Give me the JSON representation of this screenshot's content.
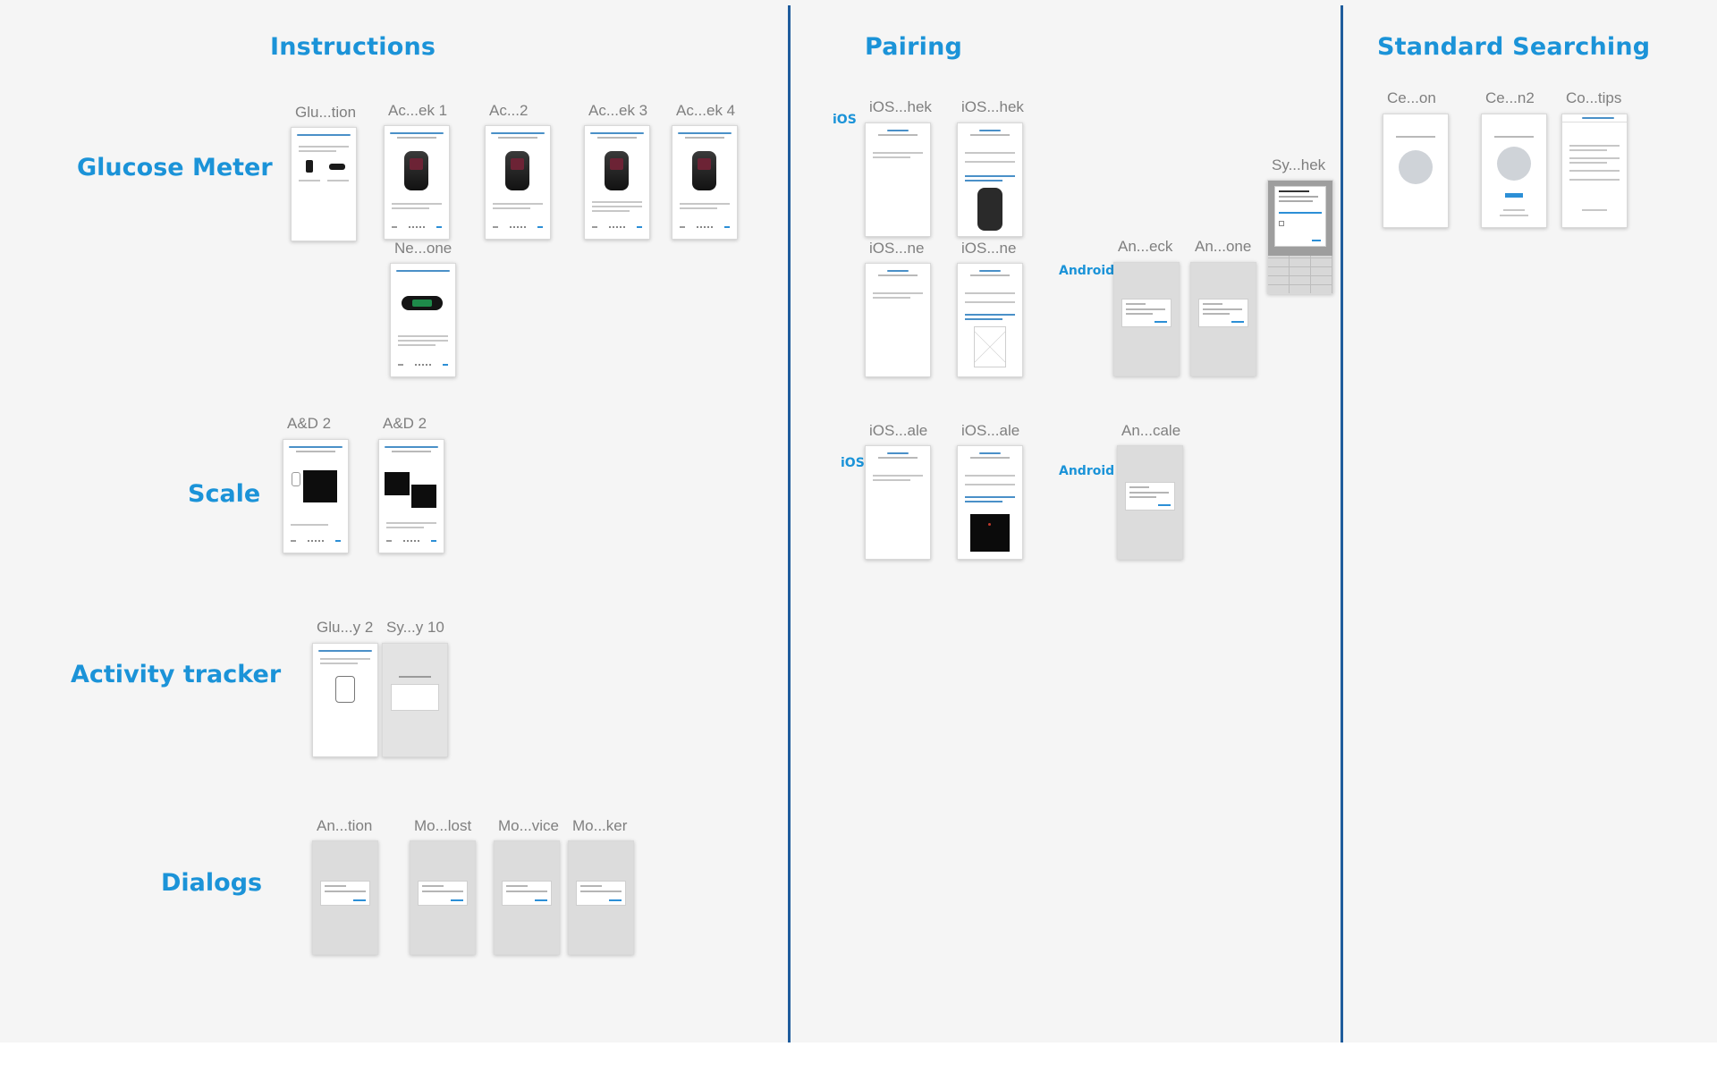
{
  "sections": {
    "instructions": "Instructions",
    "pairing": "Pairing",
    "standard_searching": "Standard Searching"
  },
  "rows": {
    "glucose_meter": "Glucose Meter",
    "scale": "Scale",
    "activity_tracker": "Activity tracker",
    "dialogs": "Dialogs"
  },
  "platforms": {
    "ios_1": "iOS",
    "android_1": "Android",
    "ios_2": "iOS",
    "android_2": "Android"
  },
  "screens": {
    "glu_tion": "Glu...tion",
    "ac_ek_1": "Ac...ek 1",
    "ac_2": "Ac...2",
    "ac_ek_3": "Ac...ek 3",
    "ac_ek_4": "Ac...ek 4",
    "ne_one": "Ne...one",
    "ad_2_a": "A&D 2",
    "ad_2_b": "A&D 2",
    "glu_y_2": "Glu...y 2",
    "sy_y_10": "Sy...y 10",
    "an_tion": "An...tion",
    "mo_lost": "Mo...lost",
    "mo_vice": "Mo...vice",
    "mo_ker": "Mo...ker",
    "ios_hek_1": "iOS...hek",
    "ios_hek_2": "iOS...hek",
    "ios_ne_1": "iOS...ne",
    "ios_ne_2": "iOS...ne",
    "an_eck": "An...eck",
    "an_one": "An...one",
    "sy_hek": "Sy...hek",
    "ios_ale_1": "iOS...ale",
    "ios_ale_2": "iOS...ale",
    "an_cale": "An...cale",
    "ce_on": "Ce...on",
    "ce_n2": "Ce...n2",
    "co_tips": "Co...tips"
  }
}
